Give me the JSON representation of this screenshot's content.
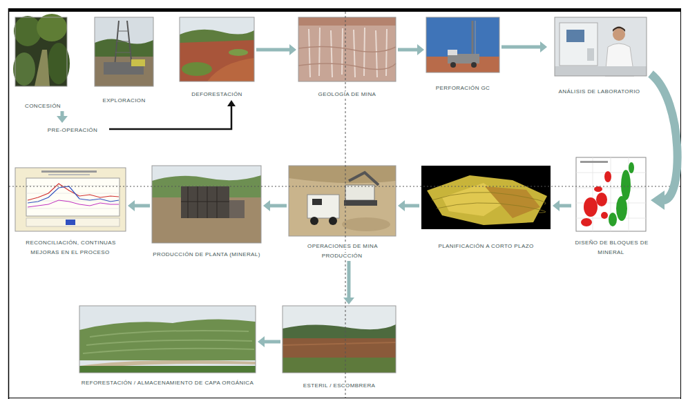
{
  "diagram": {
    "nodes": [
      {
        "text": [
          "CONCESIÓN"
        ]
      },
      {
        "text": [
          "EXPLORACION"
        ]
      },
      {
        "text": [
          "PRE-OPERACIÓN"
        ]
      },
      {
        "text": [
          "DEFORESTACIÓN"
        ]
      },
      {
        "text": [
          "GEOLOGÍA DE MINA"
        ]
      },
      {
        "text": [
          "PERFORACIÓN GC"
        ]
      },
      {
        "text": [
          "ANÁLISIS DE LABORATORIO"
        ]
      },
      {
        "text": [
          "DISEÑO DE BLOQUES DE MINERAL"
        ]
      },
      {
        "text": [
          "PLANIFICACIÓN A CORTO PLAZO"
        ]
      },
      {
        "text": [
          "OPERACIONES DE MINA PRODUCCIÓN"
        ]
      },
      {
        "text": [
          "PRODUCCIÓN DE PLANTA (MINERAL)"
        ]
      },
      {
        "text": [
          "RECONCILIACIÓN, CONTINUAS MEJORAS EN EL PROCESO"
        ]
      },
      {
        "text": [
          "ESTERIL / ESCOMBRERA"
        ]
      },
      {
        "text": [
          "REFORESTACIÓN / ALMACENAMIENTO DE CAPA ORGÁNICA"
        ]
      }
    ],
    "edges": [
      {
        "from": 0,
        "to": 2,
        "arrow": "to"
      },
      {
        "from": 2,
        "to": 3,
        "arrow": "to"
      },
      {
        "from": 3,
        "to": 4,
        "arrow": "to"
      },
      {
        "from": 4,
        "to": 5,
        "arrow": "to"
      },
      {
        "from": 5,
        "to": 6,
        "arrow": "to"
      },
      {
        "from": 6,
        "to": 7,
        "arrow": "to"
      },
      {
        "from": 7,
        "to": 8,
        "arrow": "to"
      },
      {
        "from": 8,
        "to": 9,
        "arrow": "to"
      },
      {
        "from": 9,
        "to": 10,
        "arrow": "to"
      },
      {
        "from": 10,
        "to": 11,
        "arrow": "to"
      },
      {
        "from": 9,
        "to": 12,
        "arrow": "to"
      },
      {
        "from": 12,
        "to": 13,
        "arrow": "to"
      }
    ]
  }
}
